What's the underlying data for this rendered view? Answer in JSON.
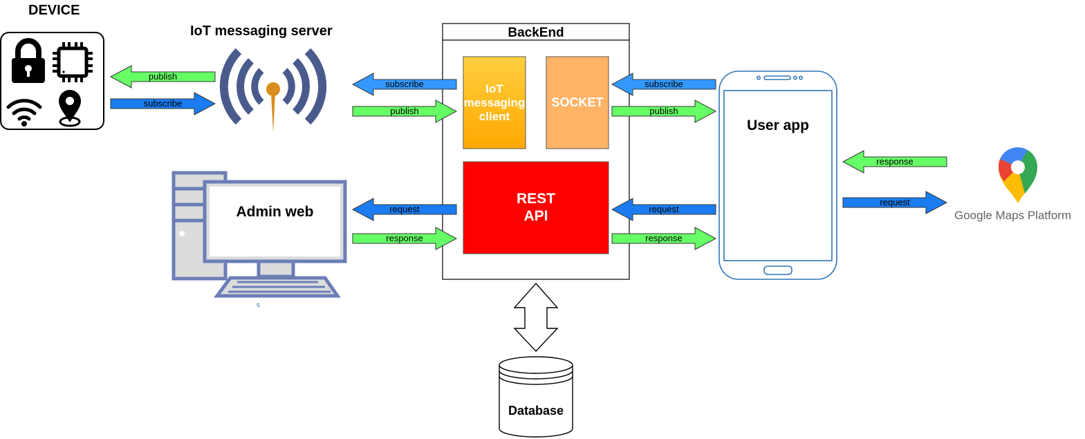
{
  "device": {
    "title": "DEVICE"
  },
  "iot_server": {
    "title": "IoT messaging server"
  },
  "backend": {
    "title": "BackEnd",
    "iot_client_label": "IoT\nmessaging\nclient",
    "socket_label": "SOCKET",
    "rest_api_label": "REST\nAPI"
  },
  "admin": {
    "label": "Admin web",
    "caption": "s"
  },
  "user_app": {
    "label": "User app"
  },
  "database": {
    "label": "Database"
  },
  "google_maps": {
    "label": "Google Maps Platform"
  },
  "arrows": {
    "device_publish": "publish",
    "device_subscribe": "subscribe",
    "server_subscribe": "subscribe",
    "server_publish": "publish",
    "admin_request": "request",
    "admin_response": "response",
    "app_subscribe": "subscribe",
    "app_publish": "publish",
    "app_request": "request",
    "app_response": "response",
    "maps_response": "response",
    "maps_request": "request"
  },
  "colors": {
    "green_arrow": "#66ff66",
    "blue_arrow": "#1a7cf0",
    "light_blue_arrow": "#3399ff",
    "iot_client_fill": "#ffc000",
    "socket_fill": "#ffb366",
    "rest_api_fill": "#ff0000",
    "computer_outline": "#6c7eb7",
    "phone_outline": "#2e75b6",
    "antenna": "#4a5a8c"
  },
  "icons": [
    "lock-icon",
    "chip-icon",
    "wifi-icon",
    "location-pin-icon",
    "antenna-icon",
    "computer-icon",
    "smartphone-icon",
    "google-maps-pin-icon",
    "database-icon"
  ]
}
